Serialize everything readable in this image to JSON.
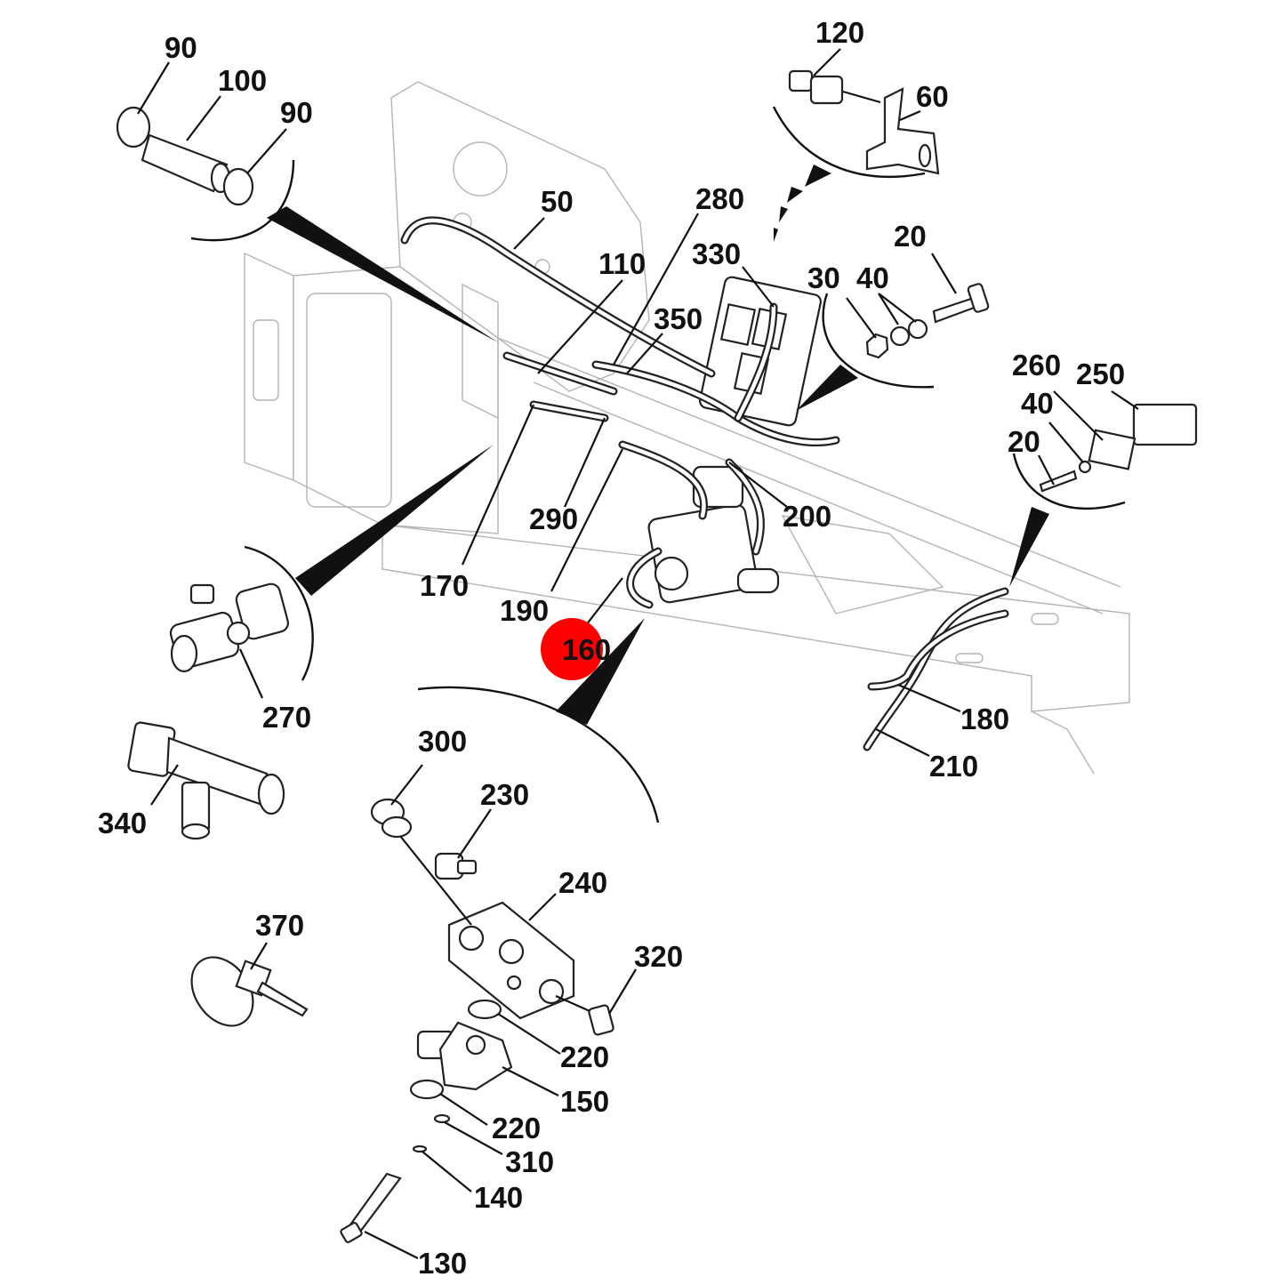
{
  "highlight": {
    "label": "160",
    "color": "#ff0000"
  },
  "callouts": [
    {
      "id": "c90a",
      "text": "90"
    },
    {
      "id": "c100",
      "text": "100"
    },
    {
      "id": "c90b",
      "text": "90"
    },
    {
      "id": "c50",
      "text": "50"
    },
    {
      "id": "c110",
      "text": "110"
    },
    {
      "id": "c280",
      "text": "280"
    },
    {
      "id": "c330",
      "text": "330"
    },
    {
      "id": "c350",
      "text": "350"
    },
    {
      "id": "c120",
      "text": "120"
    },
    {
      "id": "c60",
      "text": "60"
    },
    {
      "id": "c20a",
      "text": "20"
    },
    {
      "id": "c30",
      "text": "30"
    },
    {
      "id": "c40a",
      "text": "40"
    },
    {
      "id": "c260",
      "text": "260"
    },
    {
      "id": "c250",
      "text": "250"
    },
    {
      "id": "c40b",
      "text": "40"
    },
    {
      "id": "c20b",
      "text": "20"
    },
    {
      "id": "c290",
      "text": "290"
    },
    {
      "id": "c200",
      "text": "200"
    },
    {
      "id": "c170",
      "text": "170"
    },
    {
      "id": "c190",
      "text": "190"
    },
    {
      "id": "c270",
      "text": "270"
    },
    {
      "id": "c180",
      "text": "180"
    },
    {
      "id": "c210",
      "text": "210"
    },
    {
      "id": "c300",
      "text": "300"
    },
    {
      "id": "c230",
      "text": "230"
    },
    {
      "id": "c340",
      "text": "340"
    },
    {
      "id": "c240",
      "text": "240"
    },
    {
      "id": "c370",
      "text": "370"
    },
    {
      "id": "c320",
      "text": "320"
    },
    {
      "id": "c220a",
      "text": "220"
    },
    {
      "id": "c150",
      "text": "150"
    },
    {
      "id": "c220b",
      "text": "220"
    },
    {
      "id": "c310",
      "text": "310"
    },
    {
      "id": "c140",
      "text": "140"
    },
    {
      "id": "c130",
      "text": "130"
    }
  ]
}
